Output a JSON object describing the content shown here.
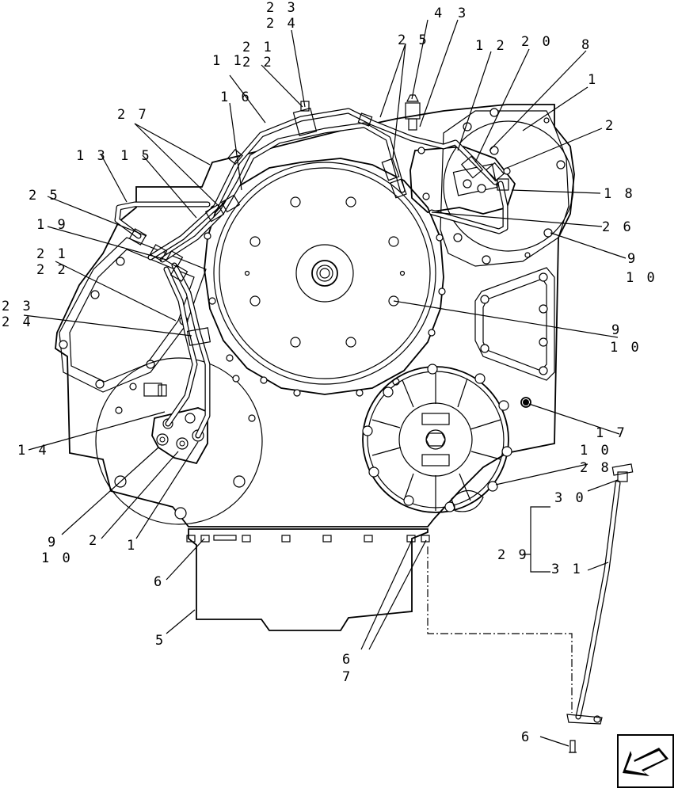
{
  "callouts": {
    "c23a": "2 3",
    "c24a": "2 4",
    "c21a": "2 1",
    "c11": "1 1",
    "c22a": "2 2",
    "c16": "1 6",
    "c27": "2 7",
    "c25a": "2 5",
    "c4": "4",
    "c3": "3",
    "c12": "1 2",
    "c20": "2 0",
    "c8": "8",
    "c1a": "1",
    "c2a": "2",
    "c13": "1 3",
    "c15": "1 5",
    "c25b": "2 5",
    "c19": "1 9",
    "c21b": "2 1",
    "c22b": "2 2",
    "c23b": "2 3",
    "c24b": "2 4",
    "c18": "1 8",
    "c26": "2 6",
    "c9a": "9",
    "c10a": "1 0",
    "c9b": "9",
    "c10b": "1 0",
    "c17": "1 7",
    "c10c": "1 0",
    "c28": "2 8",
    "c30": "3 0",
    "c29": "2 9",
    "c31": "3 1",
    "c14": "1 4",
    "c9c": "9",
    "c10d": "1 0",
    "c2b": "2",
    "c1b": "1",
    "c6a": "6",
    "c5": "5",
    "c6b": "6",
    "c7": "7",
    "c6c": "6"
  }
}
